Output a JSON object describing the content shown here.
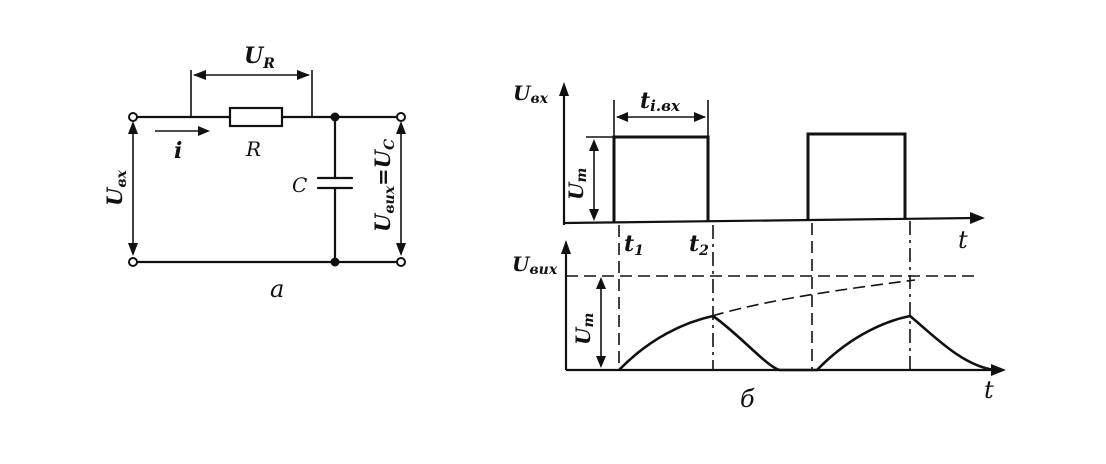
{
  "circuit": {
    "label_UR": "U",
    "label_UR_sub": "R",
    "label_i": "i",
    "label_R": "R",
    "label_C": "C",
    "label_Uin": "U",
    "label_Uin_sub": "вх",
    "label_Uout": "U",
    "label_Uout_sub": "вих",
    "label_Uout_eq": "=U",
    "label_Uout_eq_sub": "C",
    "caption": "а"
  },
  "graphs": {
    "input": {
      "ylabel": "U",
      "ylabel_sub": "вх",
      "pulse_label": "t",
      "pulse_label_sub": "i.вх",
      "amp_label": "U",
      "amp_label_sub": "m",
      "xlabel": "t",
      "t1_label": "t",
      "t1_sub": "1",
      "t2_label": "t",
      "t2_sub": "2"
    },
    "output": {
      "ylabel": "U",
      "ylabel_sub": "вих",
      "amp_label": "U",
      "amp_label_sub": "m",
      "xlabel": "t"
    },
    "caption": "б"
  },
  "chart_data": [
    {
      "type": "line",
      "title": "",
      "xlabel": "t",
      "ylabel": "Uвх",
      "series": [
        {
          "x": [
            0,
            1,
            1,
            2,
            2,
            3,
            3,
            4,
            4,
            5
          ],
          "values": [
            0,
            0,
            1,
            1,
            0,
            0,
            1,
            1,
            0,
            0
          ]
        }
      ],
      "annotations": [
        "tі.вх",
        "Um",
        "t1",
        "t2"
      ]
    },
    {
      "type": "line",
      "title": "",
      "xlabel": "t",
      "ylabel": "Uвих",
      "series": [
        {
          "x": [
            1,
            1.25,
            1.5,
            1.75,
            2,
            2.25,
            2.5,
            2.75,
            3,
            3.25,
            3.5,
            3.75,
            4,
            4.25,
            4.5,
            4.75,
            5
          ],
          "values": [
            0,
            0.2,
            0.34,
            0.45,
            0.52,
            0.3,
            0.12,
            0.02,
            0,
            0.2,
            0.34,
            0.45,
            0.52,
            0.3,
            0.12,
            0.03,
            0
          ]
        }
      ],
      "annotations": [
        "Um"
      ]
    }
  ]
}
